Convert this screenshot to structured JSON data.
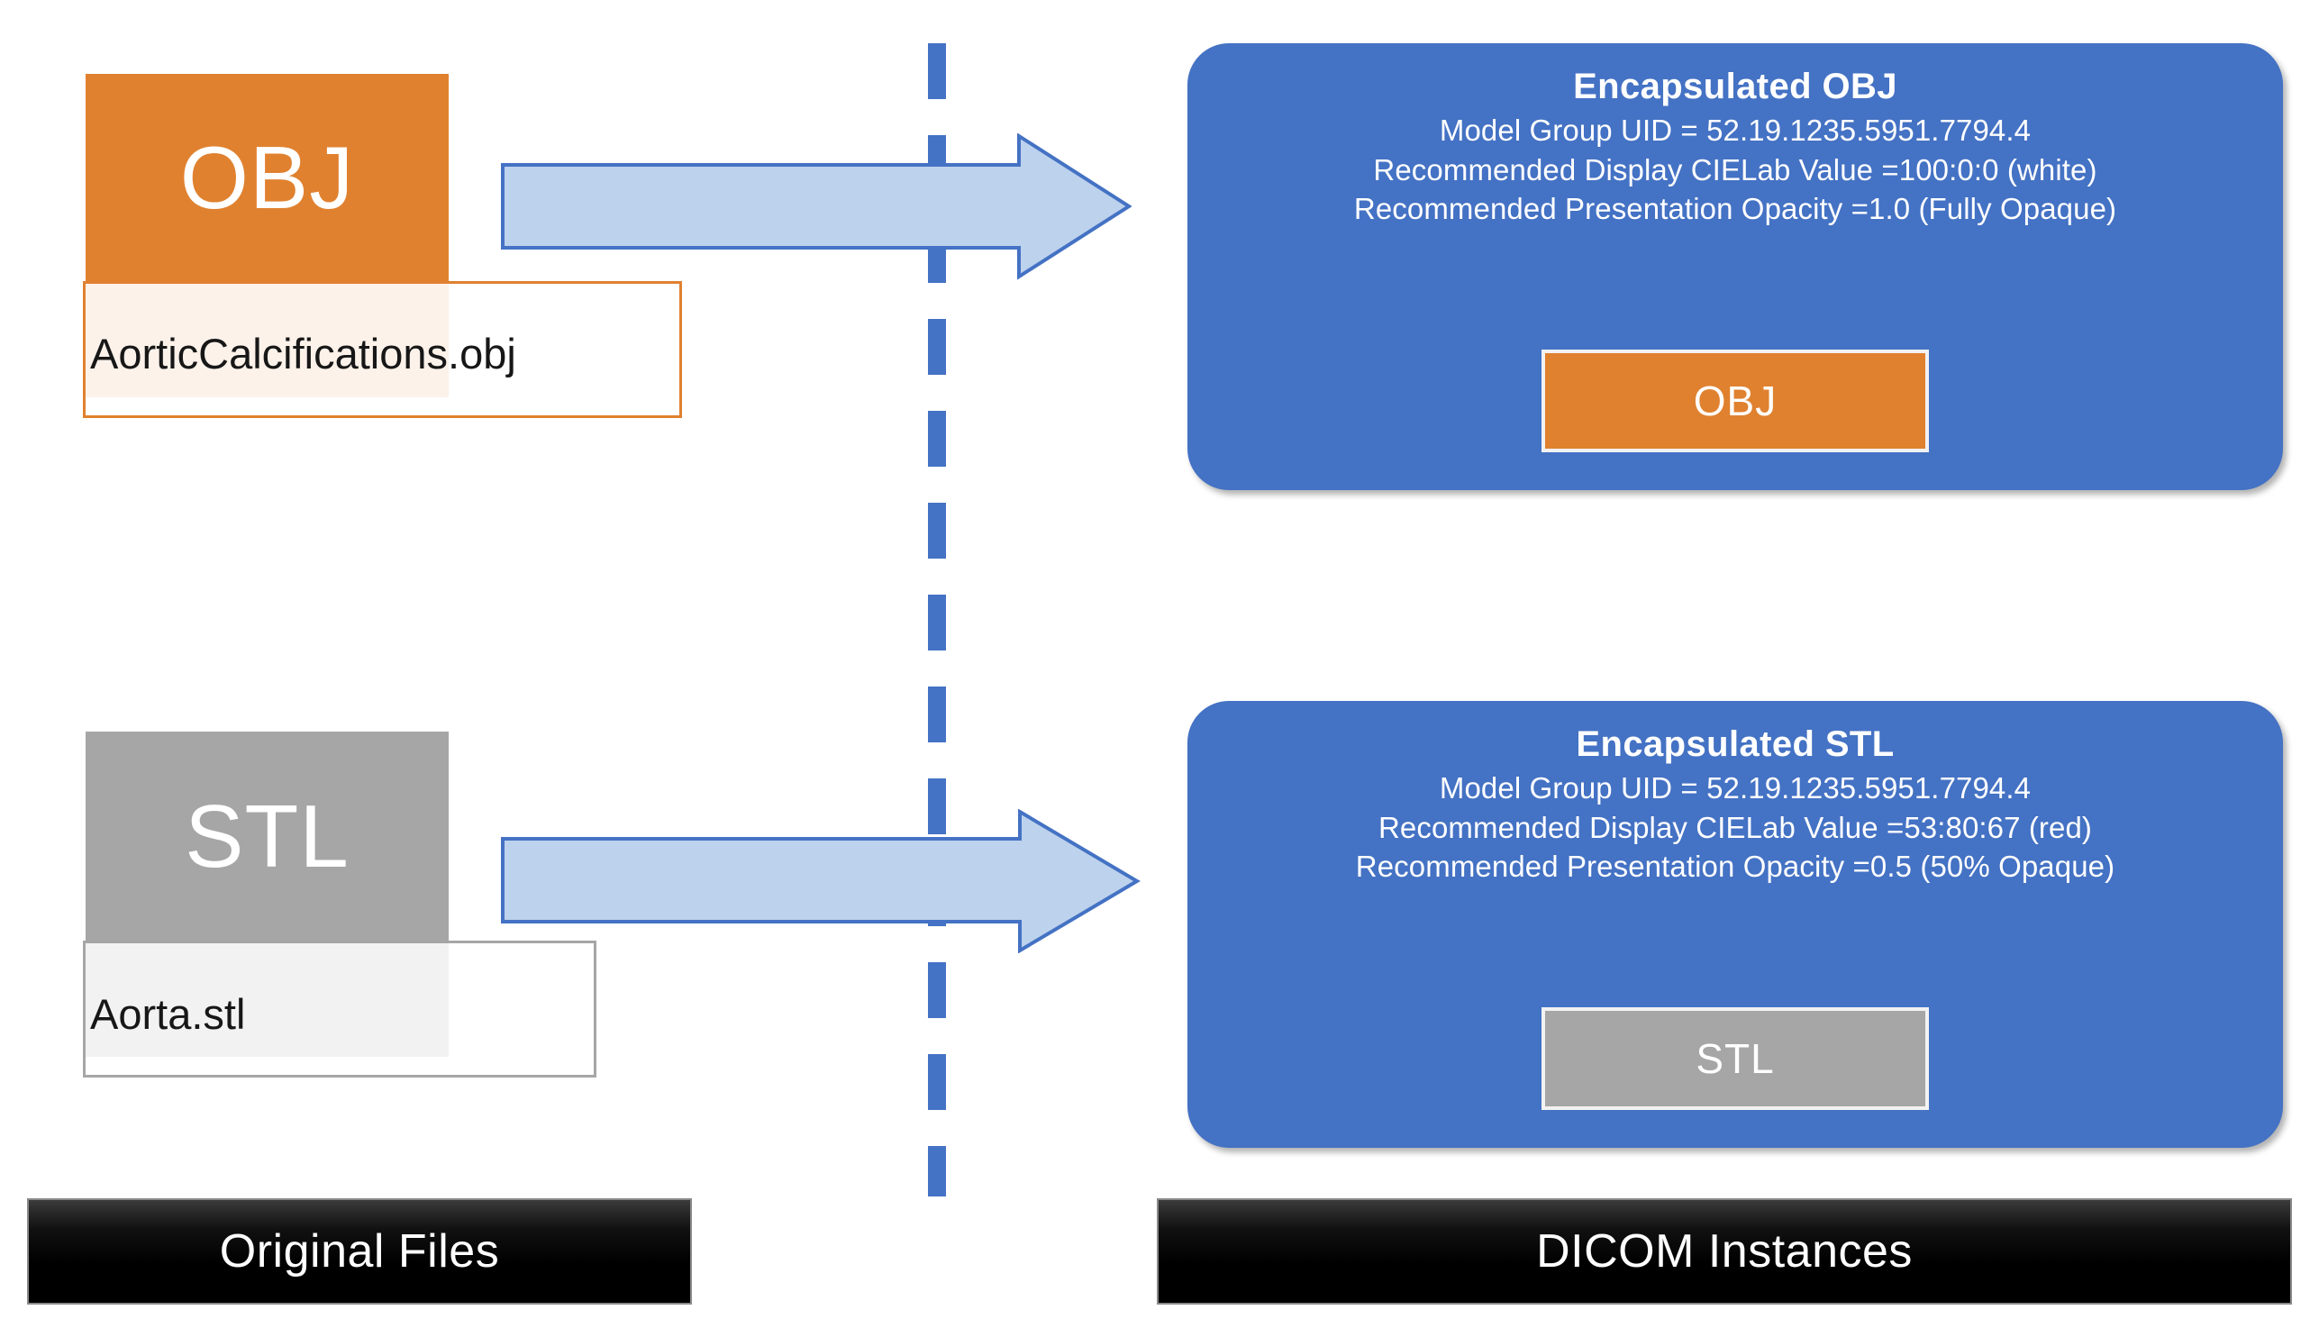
{
  "diagram": {
    "title": "Encapsulated OBJ and STL DICOM conversion",
    "colors": {
      "obj_orange": "#E0812F",
      "stl_gray": "#A6A6A6",
      "dicom_blue": "#4472C4",
      "arrow_fill": "#BDD2EC",
      "arrow_stroke": "#4472C4",
      "divider_blue": "#4472C4",
      "banner_black": "#000000",
      "card_text": "#FFFFFF"
    }
  },
  "left_column": {
    "banner_label": "Original Files",
    "items": [
      {
        "tile_label": "OBJ",
        "tile_color": "#E0812F",
        "file_name": "AorticCalcifications.obj",
        "border_color": "#E0812F"
      },
      {
        "tile_label": "STL",
        "tile_color": "#A6A6A6",
        "file_name": "Aorta.stl",
        "border_color": "#A6A6A6"
      }
    ]
  },
  "arrows": [
    {
      "name": "obj-conversion-arrow",
      "direction": "right"
    },
    {
      "name": "stl-conversion-arrow",
      "direction": "right"
    }
  ],
  "divider": {
    "style": "dashed-vertical",
    "color": "#4472C4"
  },
  "right_column": {
    "banner_label": "DICOM Instances",
    "cards": [
      {
        "title": "Encapsulated  OBJ",
        "lines": [
          "Model Group UID = 52.19.1235.5951.7794.4",
          "Recommended Display CIELab Value =100:0:0  (white)",
          "Recommended Presentation Opacity =1.0 (Fully Opaque)"
        ],
        "badge_label": "OBJ",
        "badge_color": "#E0812F"
      },
      {
        "title": "Encapsulated  STL",
        "lines": [
          "Model Group UID = 52.19.1235.5951.7794.4",
          "Recommended Display CIELab Value =53:80:67  (red)",
          "Recommended Presentation Opacity =0.5 (50% Opaque)"
        ],
        "badge_label": "STL",
        "badge_color": "#A6A6A6"
      }
    ]
  }
}
